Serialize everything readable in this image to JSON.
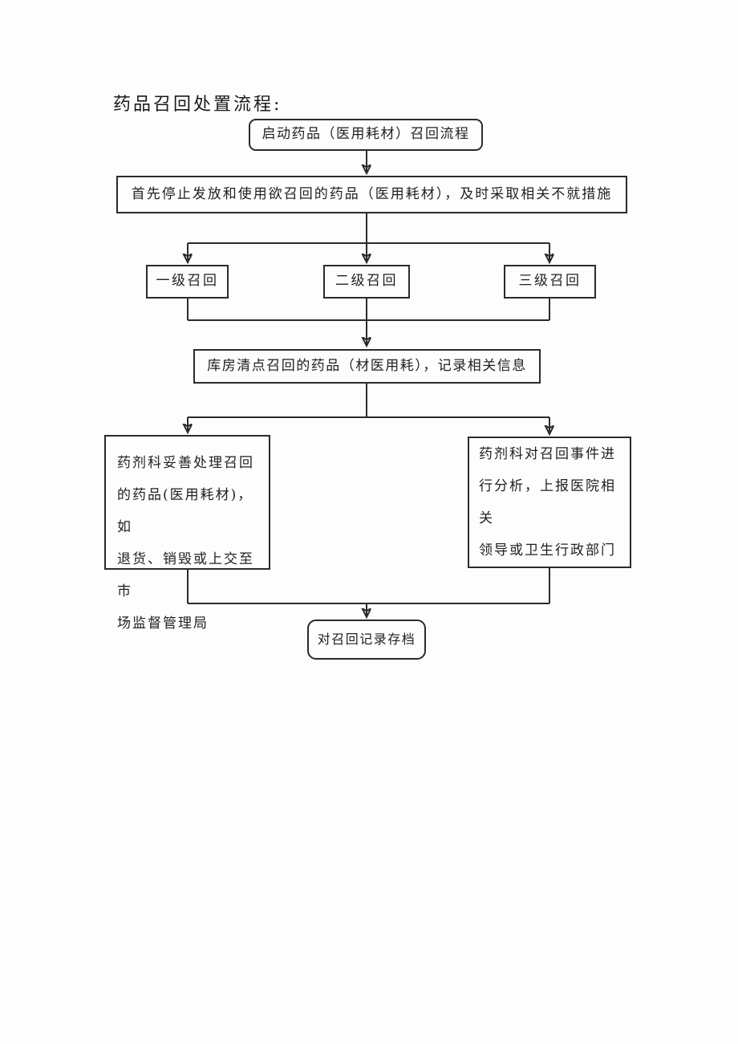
{
  "page": {
    "title": "药品召回处置流程:"
  },
  "colors": {
    "line": "#2b2b2b",
    "text": "#1f1f1f",
    "page_background": "#fdfdfd"
  },
  "flowchart": {
    "nodes": {
      "start": {
        "label": "启动药品（医用耗材）召回流程"
      },
      "halt": {
        "label": "首先停止发放和使用欲召回的药品（医用耗材），及时采取相关不就措施"
      },
      "level1": {
        "label": "一级召回"
      },
      "level2": {
        "label": "二级召回"
      },
      "level3": {
        "label": "三级召回"
      },
      "inventory": {
        "label": "库房清点召回的药品（材医用耗），记录相关信息"
      },
      "dispose": {
        "label": "药剂科妥善处理召回\n的药品(医用耗材)，如\n退货、销毁或上交至市\n场监督管理局"
      },
      "report": {
        "label": "药剂科对召回事件进\n行分析，上报医院相关\n领导或卫生行政部门"
      },
      "archive": {
        "label": "对召回记录存档"
      }
    }
  }
}
